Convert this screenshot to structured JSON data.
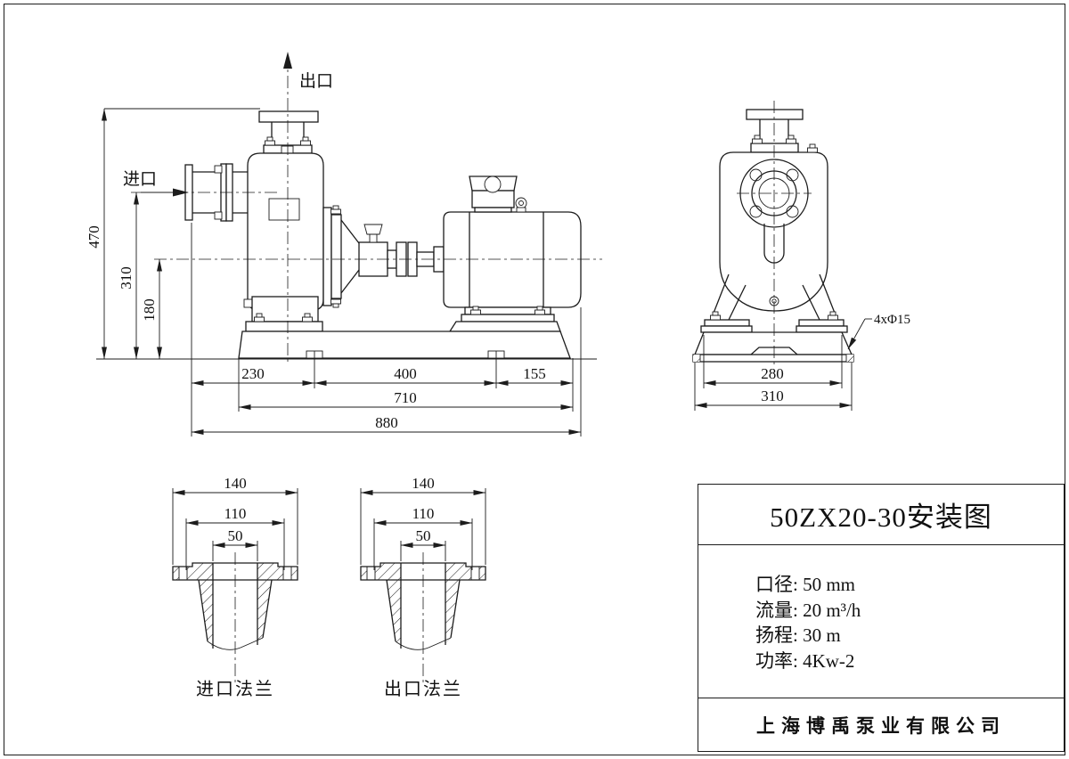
{
  "drawing": {
    "flow_labels": {
      "outlet": "出口",
      "inlet": "进口"
    },
    "side_dims": {
      "total_height": "470",
      "inlet_height": "310",
      "shaft_height": "180",
      "seg_a": "230",
      "seg_b": "400",
      "seg_c": "155",
      "base_length": "710",
      "total_length": "880"
    },
    "front_dims": {
      "anchor_note": "4xΦ15",
      "foot_span": "280",
      "base_span": "310"
    },
    "flange_dims": {
      "od": "140",
      "bolt_circle": "110",
      "bore": "50"
    },
    "flange_labels": {
      "inlet": "进口法兰",
      "outlet": "出口法兰"
    }
  },
  "title_block": {
    "title": "50ZX20-30安装图",
    "specs": [
      "口径: 50 mm",
      "流量: 20 m³/h",
      "扬程: 30 m",
      "功率: 4Kw-2"
    ],
    "company": "上海博禹泵业有限公司"
  }
}
